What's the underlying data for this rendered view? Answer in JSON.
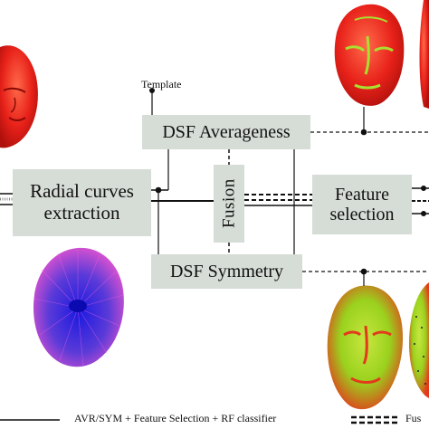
{
  "diagram": {
    "template_label": "Template",
    "radial_box": {
      "line1": "Radial curves",
      "line2": "extraction"
    },
    "avg_box": "DSF Averageness",
    "sym_box": "DSF Symmetry",
    "fusion_box": "Fusion",
    "feature_box": {
      "line1": "Feature",
      "line2": "selection"
    },
    "legend": {
      "solid": "AVR/SYM + Feature Selection + RF classifier",
      "dashed": "Fus"
    }
  },
  "colors": {
    "box_fill": "#d6dcd6",
    "face_red": "#e8221a",
    "face_green": "#9ad21e",
    "mesh_blue": "#2a2ad6",
    "mesh_magenta": "#c03cc8"
  }
}
